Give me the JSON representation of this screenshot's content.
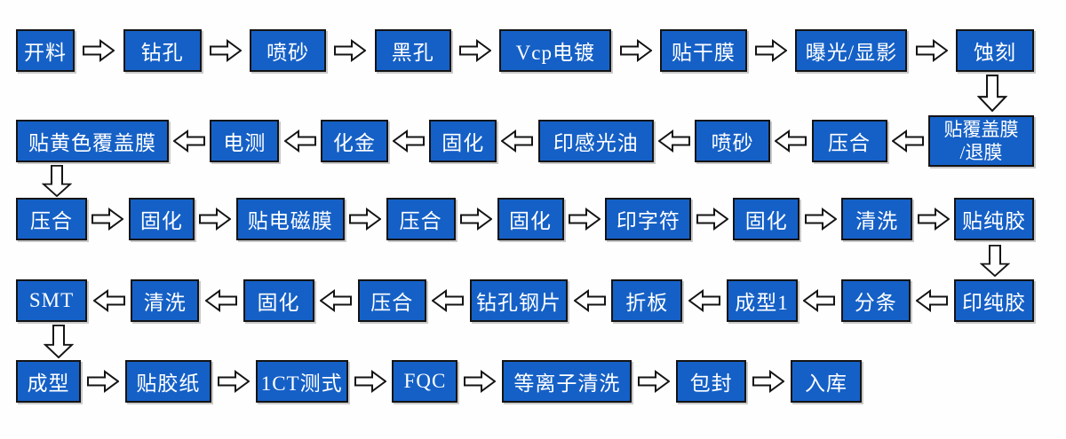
{
  "diagram": {
    "type": "flowchart",
    "colors": {
      "background": "#fefefe",
      "box_fill": "#1560c6",
      "box_border": "#141414",
      "box_text": "#ffffff",
      "arrow_fill": "#ffffff",
      "arrow_border": "#141414"
    },
    "rows": [
      {
        "arrow_direction": "right",
        "steps": [
          "开料",
          "钻孔",
          "喷砂",
          "黑孔",
          "Vcp电镀",
          "贴干膜",
          "曝光/显影",
          "蚀刻"
        ]
      },
      {
        "arrow_direction": "left",
        "steps": [
          "贴黄色覆盖膜",
          "电测",
          "化金",
          "固化",
          "印感光油",
          "喷砂",
          "压合",
          "贴覆盖膜\n/退膜"
        ]
      },
      {
        "arrow_direction": "right",
        "steps": [
          "压合",
          "固化",
          "贴电磁膜",
          "压合",
          "固化",
          "印字符",
          "固化",
          "清洗",
          "贴纯胶"
        ]
      },
      {
        "arrow_direction": "left",
        "steps": [
          "SMT",
          "清洗",
          "固化",
          "压合",
          "钻孔钢片",
          "折板",
          "成型1",
          "分条",
          "印纯胶"
        ]
      },
      {
        "arrow_direction": "right",
        "steps": [
          "成型",
          "贴胶纸",
          "1CT测式",
          "FQC",
          "等离子清洗",
          "包封",
          "入库"
        ]
      }
    ],
    "row_connectors": [
      {
        "direction": "down",
        "from": "蚀刻",
        "to": "贴覆盖膜/退膜"
      },
      {
        "direction": "down",
        "from": "贴黄色覆盖膜",
        "to": "压合"
      },
      {
        "direction": "down",
        "from": "贴纯胶",
        "to": "印纯胶"
      },
      {
        "direction": "down",
        "from": "SMT",
        "to": "成型"
      }
    ]
  }
}
